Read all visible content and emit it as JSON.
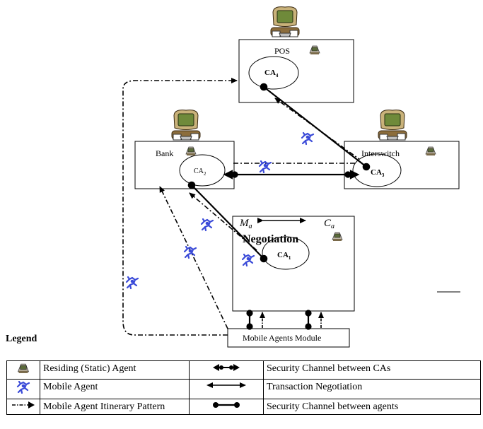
{
  "nodes": {
    "pos": {
      "label": "POS",
      "ca_main": "CA",
      "ca_sub": "4"
    },
    "bank": {
      "label": "Bank",
      "ca_main": "CA",
      "ca_sub": "2"
    },
    "interswitch": {
      "label": "Interswitch",
      "ca_main": "CA",
      "ca_sub": "3"
    },
    "negotiation": {
      "label": "Negotiation",
      "ca_main": "CA",
      "ca_sub": "1",
      "ma_main": "M",
      "ma_sub": "a",
      "ca_right_main": "C",
      "ca_right_sub": "a"
    },
    "module": {
      "label": "Mobile Agents Module"
    }
  },
  "legend": {
    "title": "Legend",
    "rows": [
      {
        "left_icon": "residing-agent-icon",
        "left_text": "Residing (Static) Agent",
        "right_icon": "security-channel-cas-icon",
        "right_text": "Security Channel between CAs"
      },
      {
        "left_icon": "mobile-agent-icon",
        "left_text": "Mobile Agent",
        "right_icon": "transaction-negotiation-icon",
        "right_text": "Transaction Negotiation"
      },
      {
        "left_icon": "itinerary-pattern-icon",
        "left_text": "Mobile Agent Itinerary Pattern",
        "right_icon": "security-channel-agents-icon",
        "right_text": "Security Channel between agents"
      }
    ]
  },
  "colors": {
    "mobile_agent": "#3a4ad8",
    "computer_green": "#6f8a3a",
    "line": "#000000"
  }
}
